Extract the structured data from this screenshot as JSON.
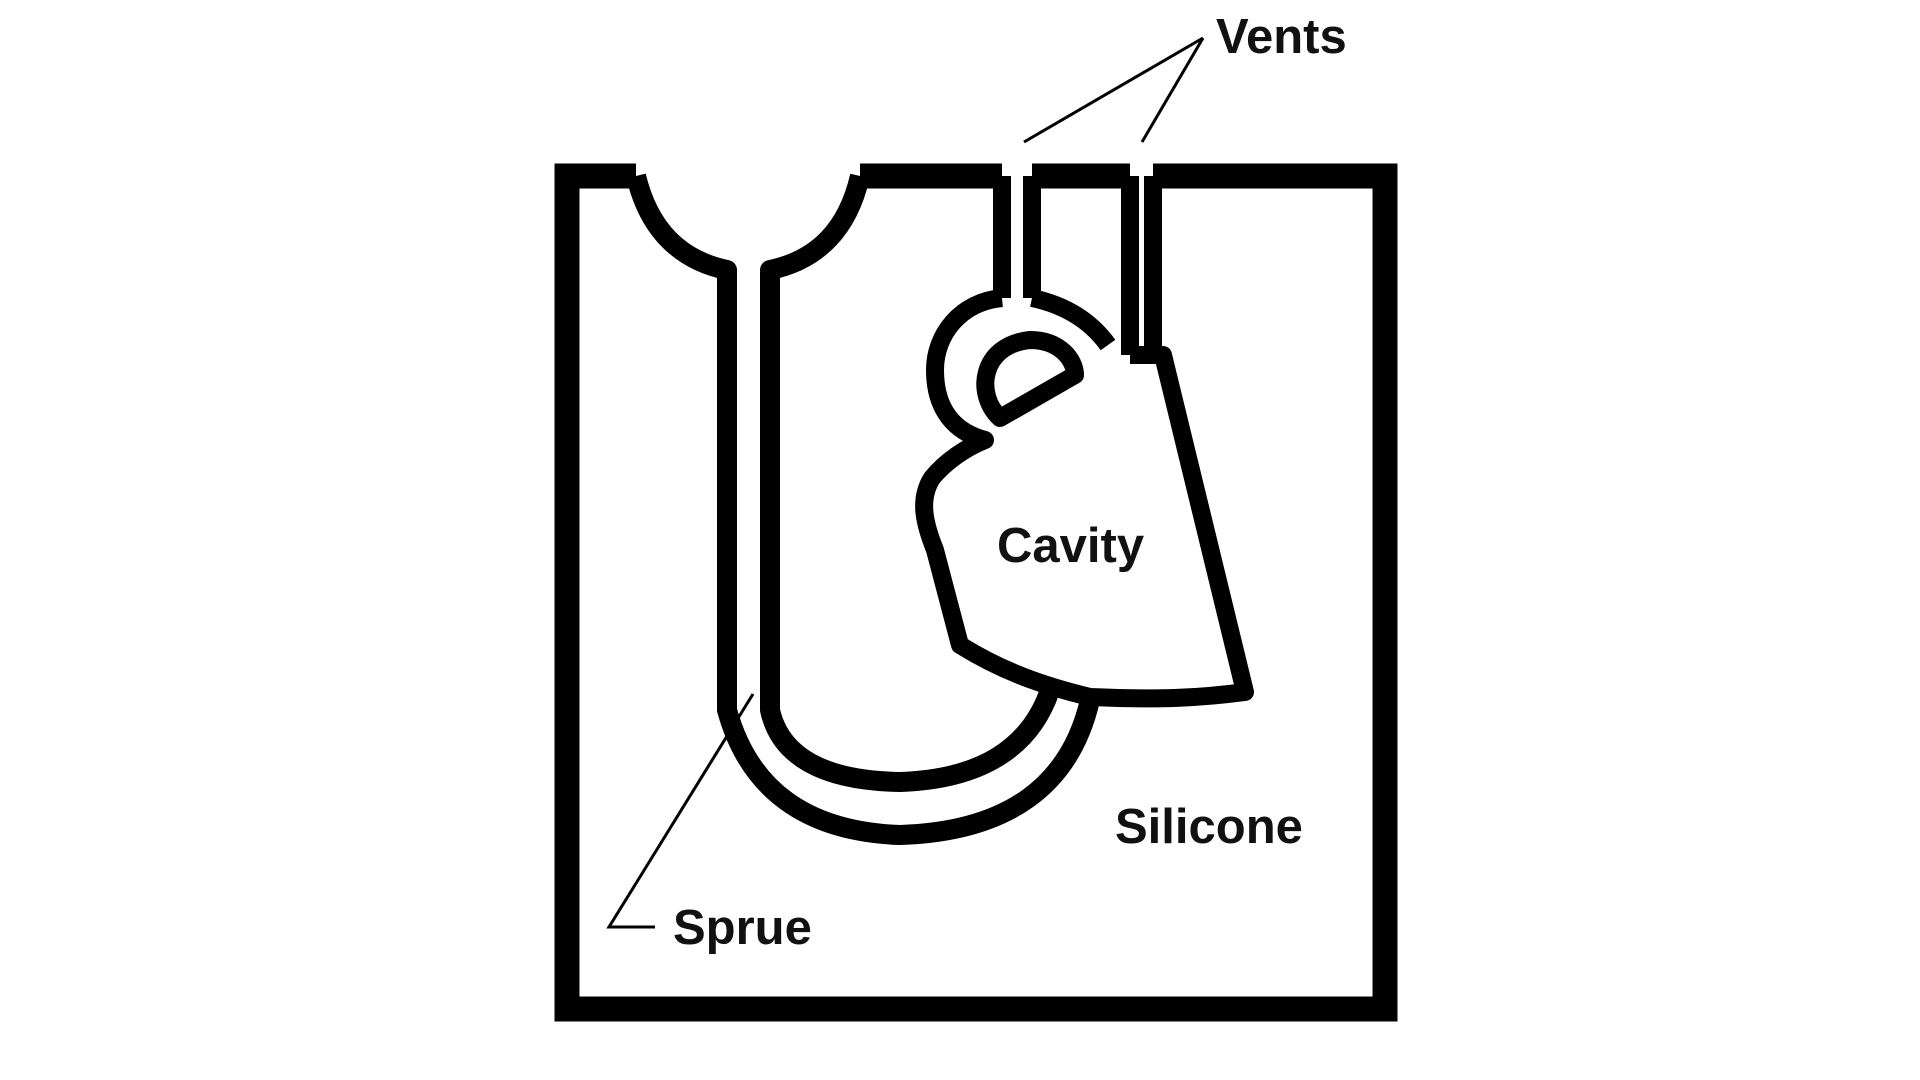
{
  "labels": {
    "vents": "Vents",
    "cavity": "Cavity",
    "silicone": "Silicone",
    "sprue": "Sprue"
  },
  "colors": {
    "line": "#000000",
    "text": "#111111",
    "background": "#ffffff"
  }
}
